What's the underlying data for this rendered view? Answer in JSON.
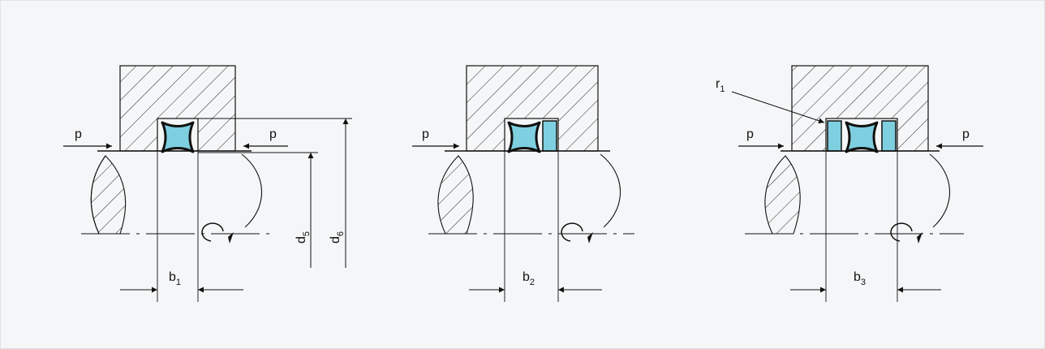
{
  "colors": {
    "background": "#f5f6f7",
    "seal_fill": "#7ecfdf",
    "line": "#111111"
  },
  "labels": {
    "pressure": "p",
    "b": "b",
    "d": "d",
    "r": "r",
    "sub_1": "1",
    "sub_2": "2",
    "sub_3": "3",
    "sub_5": "5",
    "sub_6": "6"
  }
}
